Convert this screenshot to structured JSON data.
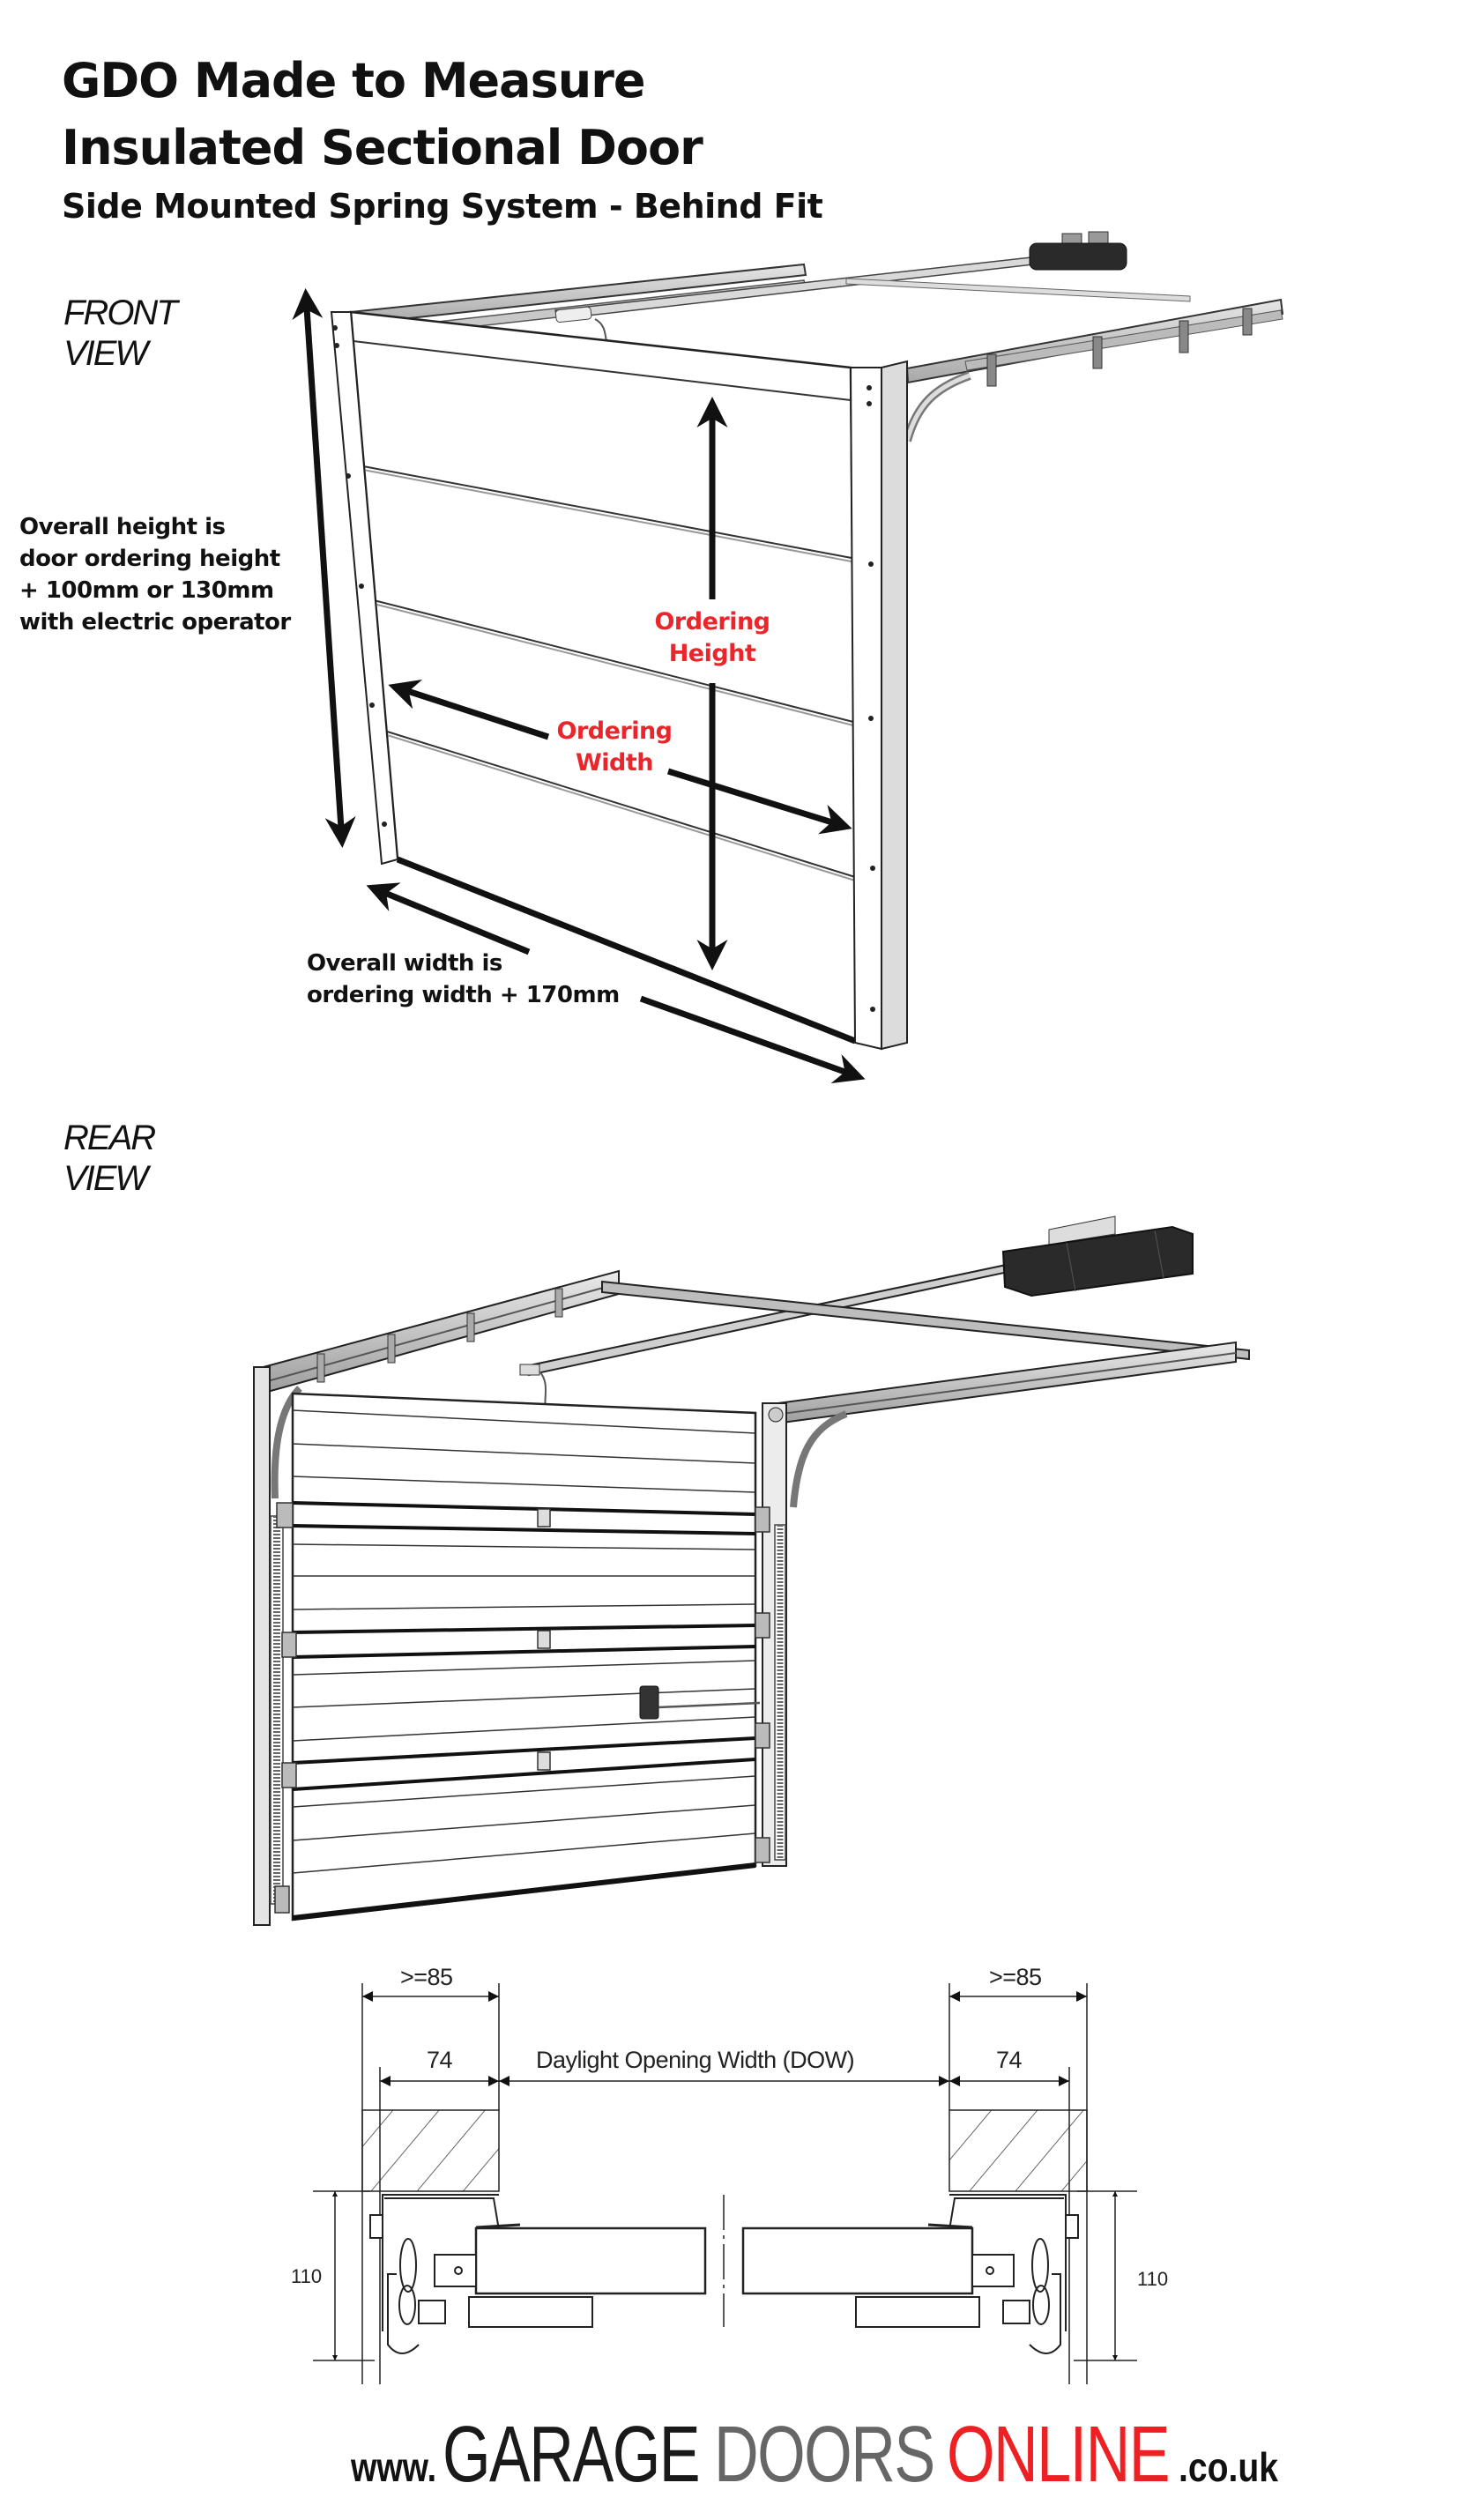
{
  "header": {
    "title_line1": "GDO Made to Measure",
    "title_line2": "Insulated Sectional Door",
    "subtitle": "Side Mounted Spring System - Behind Fit"
  },
  "front_view": {
    "label_line1": "FRONT",
    "label_line2": "VIEW",
    "overall_height_note": [
      "Overall height is",
      "door ordering height",
      "+ 100mm or 130mm",
      "with electric operator"
    ],
    "ordering_height_label": [
      "Ordering",
      "Height"
    ],
    "ordering_width_label": [
      "Ordering",
      "Width"
    ],
    "overall_width_note": [
      "Overall width is",
      "ordering width + 170mm"
    ]
  },
  "rear_view": {
    "label_line1": "REAR",
    "label_line2": "VIEW"
  },
  "plan_section": {
    "left_min_side_room": ">=85",
    "right_min_side_room": ">=85",
    "left_frame_width": "74",
    "right_frame_width": "74",
    "opening_label": "Daylight Opening Width (DOW)",
    "left_depth": "110",
    "right_depth": "110"
  },
  "footer": {
    "www": "www.",
    "brand_part1": "GARAGE",
    "brand_part2": "DOORS",
    "brand_part3": "ONLINE",
    "tld": ".co.uk"
  },
  "colors": {
    "accent_red": "#e8262b",
    "brand_dark": "#1a1a1a",
    "brand_grey": "#666666",
    "brand_red": "#ed2024"
  }
}
